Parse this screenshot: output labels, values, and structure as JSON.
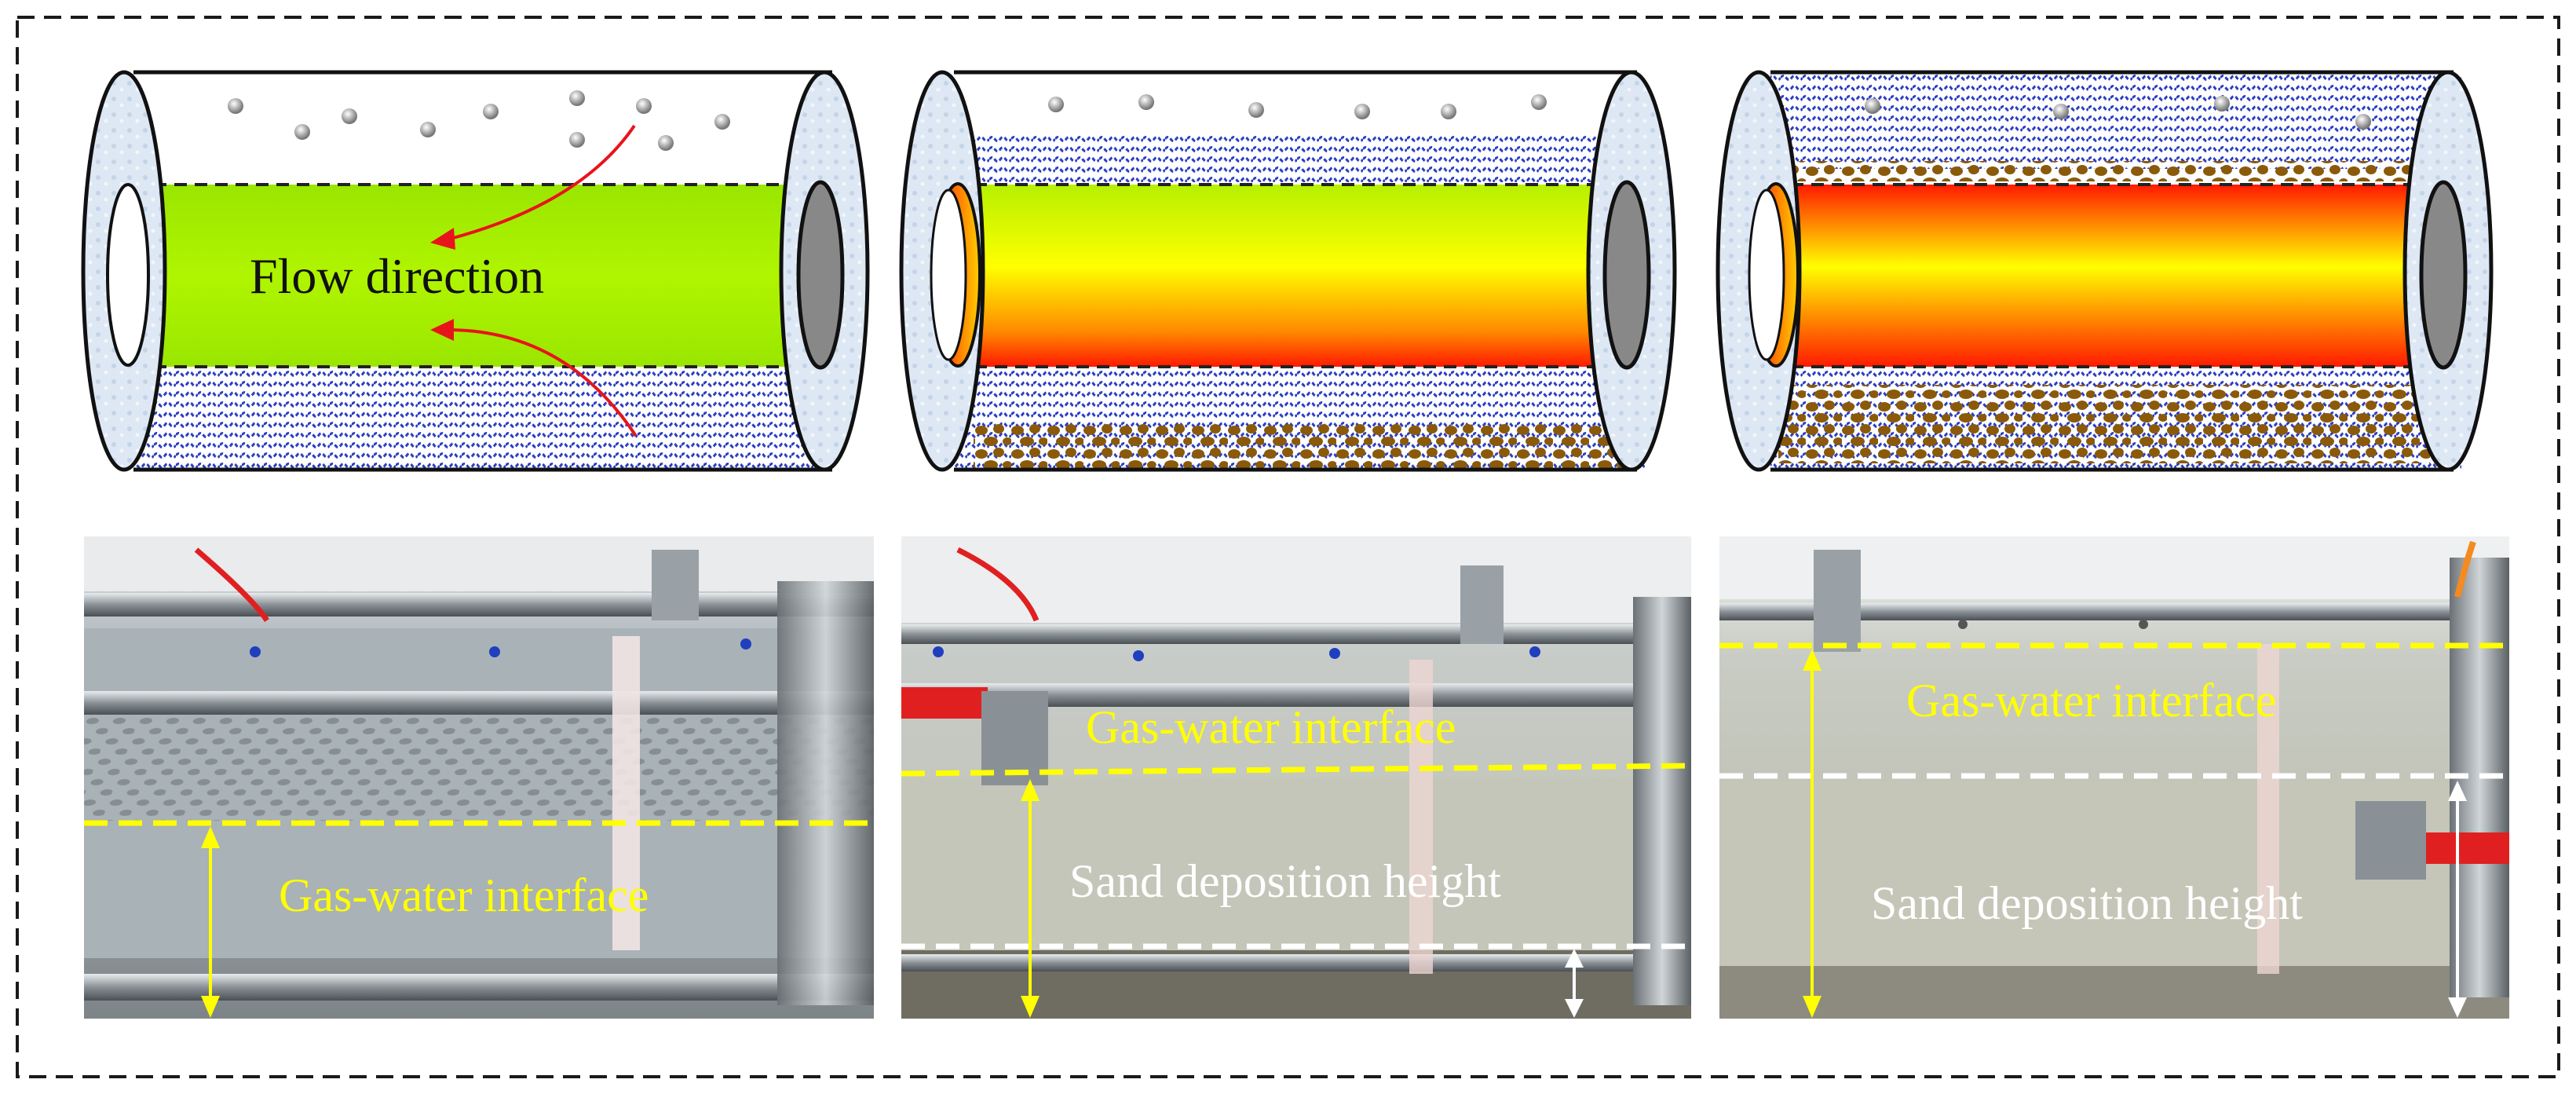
{
  "diagram": {
    "flow_label": "Flow direction",
    "colors": {
      "green_band": "#a8f000",
      "yellow": "#ffff00",
      "red": "#ff1500",
      "water_pattern": "#2b3fc2",
      "sand": "#8a5a0a",
      "flange": "#dde8f4",
      "arrow": "#e8141c",
      "gas_line": "#ffff00",
      "sand_line": "#ffffff",
      "frame_dash": "#1a1a1a"
    }
  },
  "photos": [
    {
      "labels": [
        "Gas-water interface"
      ]
    },
    {
      "labels": [
        "Gas-water interface",
        "Sand deposition height"
      ]
    },
    {
      "labels": [
        "Gas-water interface",
        "Sand deposition height"
      ]
    }
  ]
}
